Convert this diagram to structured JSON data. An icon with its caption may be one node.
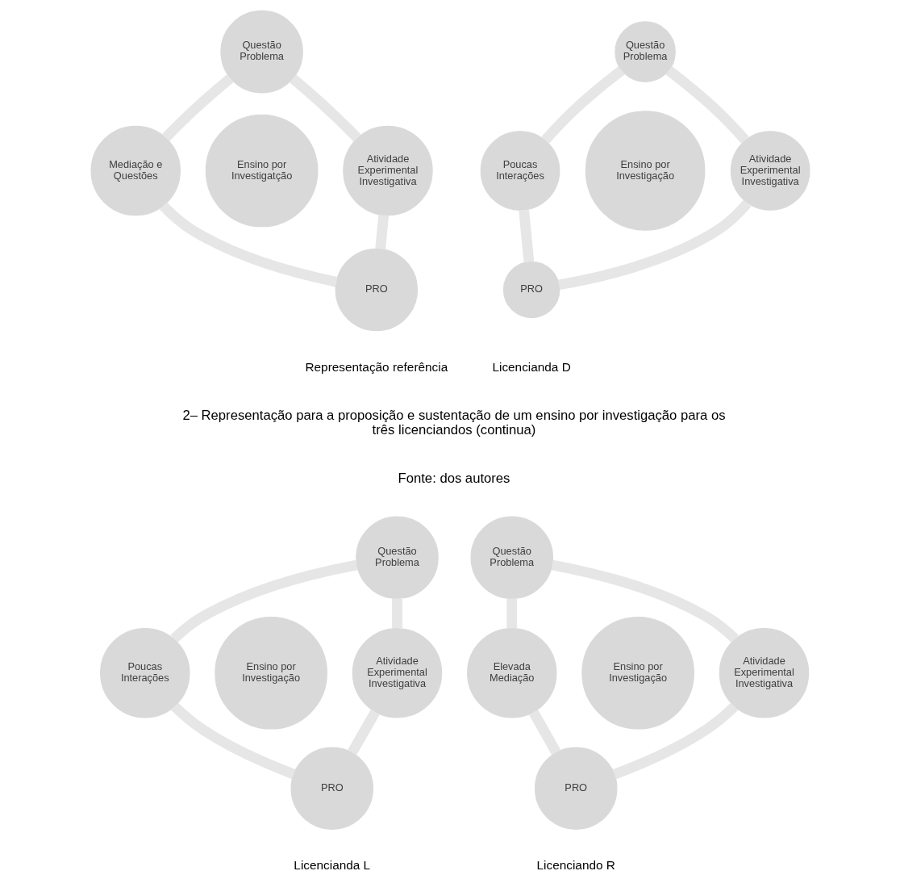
{
  "diagram": {
    "nodes": [
      {
        "text": [
          "Questão Problema"
        ]
      },
      {
        "text": [
          "Mediação e Questões"
        ]
      },
      {
        "text": [
          "Ensino por Investigatção"
        ]
      },
      {
        "text": [
          "Atividade Experimental Investigativa"
        ]
      },
      {
        "text": [
          "PRO"
        ]
      },
      {
        "text": [
          "Questão Problema"
        ]
      },
      {
        "text": [
          "Poucas Interações"
        ]
      },
      {
        "text": [
          "Ensino por Investigação"
        ]
      },
      {
        "text": [
          "Atividade Experimental Investigativa"
        ]
      },
      {
        "text": [
          "PRO"
        ]
      },
      {
        "text": [
          "Questão Problema"
        ]
      },
      {
        "text": [
          "Poucas Interações"
        ]
      },
      {
        "text": [
          "Ensino por Investigação"
        ]
      },
      {
        "text": [
          "Atividade Experimental Investigativa"
        ]
      },
      {
        "text": [
          "PRO"
        ]
      },
      {
        "text": [
          "Questão Problema"
        ]
      },
      {
        "text": [
          "Elevada Mediação"
        ]
      },
      {
        "text": [
          "Ensino por Investigação"
        ]
      },
      {
        "text": [
          "Atividade Experimental Investigativa"
        ]
      },
      {
        "text": [
          "PRO"
        ]
      }
    ],
    "edges": [
      {
        "from": 0,
        "to": 3,
        "arrow": "none"
      },
      {
        "from": 3,
        "to": 4,
        "arrow": "none"
      },
      {
        "from": 4,
        "to": 1,
        "arrow": "none"
      },
      {
        "from": 1,
        "to": 0,
        "arrow": "none"
      },
      {
        "from": 5,
        "to": 8,
        "arrow": "none"
      },
      {
        "from": 8,
        "to": 9,
        "arrow": "none"
      },
      {
        "from": 9,
        "to": 6,
        "arrow": "none"
      },
      {
        "from": 6,
        "to": 5,
        "arrow": "none"
      },
      {
        "from": 10,
        "to": 13,
        "arrow": "none"
      },
      {
        "from": 13,
        "to": 14,
        "arrow": "none"
      },
      {
        "from": 14,
        "to": 11,
        "arrow": "none"
      },
      {
        "from": 11,
        "to": 10,
        "arrow": "none"
      },
      {
        "from": 15,
        "to": 18,
        "arrow": "none"
      },
      {
        "from": 18,
        "to": 19,
        "arrow": "none"
      },
      {
        "from": 19,
        "to": 16,
        "arrow": "none"
      },
      {
        "from": 16,
        "to": 15,
        "arrow": "none"
      }
    ],
    "labels": [
      "Representação referência",
      "Licencianda D",
      "2– Representação para a proposição e sustentação de um ensino por investigação para os três licenciandos (continua)",
      "Fonte: dos autores",
      "Licencianda L",
      "Licenciando R"
    ]
  }
}
